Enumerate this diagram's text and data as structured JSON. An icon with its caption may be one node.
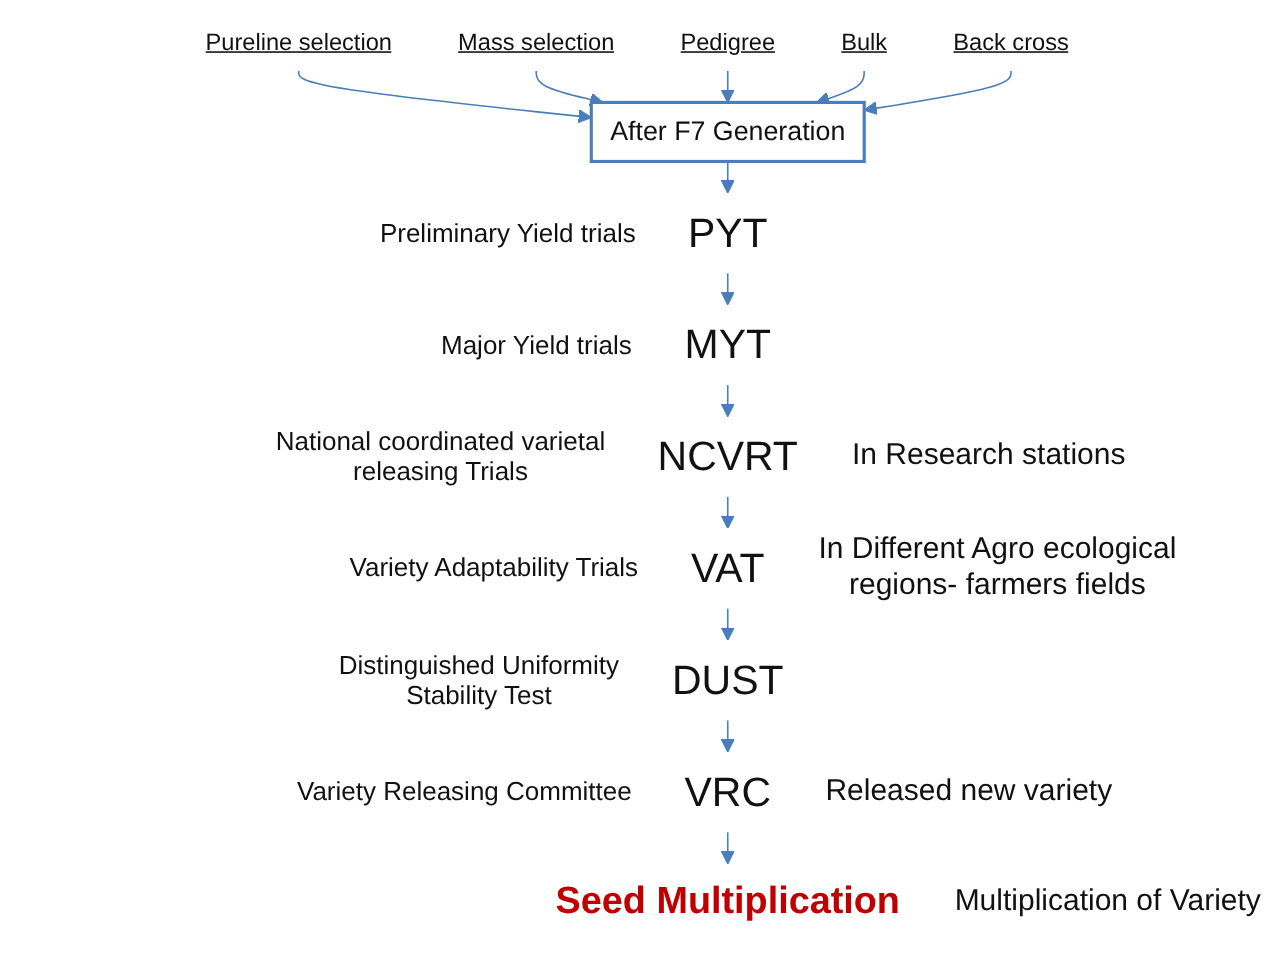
{
  "diagram": {
    "nodes": [
      {
        "text": [
          "Pureline selection"
        ]
      },
      {
        "text": [
          "Mass selection"
        ]
      },
      {
        "text": [
          "Pedigree"
        ]
      },
      {
        "text": [
          "Bulk"
        ]
      },
      {
        "text": [
          "Back cross"
        ]
      },
      {
        "text": [
          "After F7 Generation"
        ]
      },
      {
        "text": [
          "PYT"
        ],
        "beside": [
          "Preliminary Yield trials"
        ]
      },
      {
        "text": [
          "MYT"
        ],
        "beside": [
          "Major Yield trials"
        ]
      },
      {
        "text": [
          "NCVRT"
        ],
        "beside": [
          "National coordinated varietal releasing Trials",
          "In Research stations"
        ]
      },
      {
        "text": [
          "VAT"
        ],
        "beside": [
          "Variety Adaptability Trials",
          "In Different Agro ecological regions- farmers fields"
        ]
      },
      {
        "text": [
          "DUST"
        ],
        "beside": [
          "Distinguished Uniformity Stability Test"
        ]
      },
      {
        "text": [
          "VRC"
        ],
        "beside": [
          "Variety Releasing Committee",
          "Released new variety"
        ]
      },
      {
        "text": [
          "Seed Multiplication"
        ],
        "beside": [
          "Multiplication of Variety"
        ]
      }
    ],
    "edges": [
      {
        "from": 0,
        "to": 5,
        "arrow": "to"
      },
      {
        "from": 1,
        "to": 5,
        "arrow": "to"
      },
      {
        "from": 2,
        "to": 5,
        "arrow": "to"
      },
      {
        "from": 3,
        "to": 5,
        "arrow": "to"
      },
      {
        "from": 4,
        "to": 5,
        "arrow": "to"
      },
      {
        "from": 5,
        "to": 6,
        "arrow": "to"
      },
      {
        "from": 6,
        "to": 7,
        "arrow": "to"
      },
      {
        "from": 7,
        "to": 8,
        "arrow": "to"
      },
      {
        "from": 8,
        "to": 9,
        "arrow": "to"
      },
      {
        "from": 9,
        "to": 10,
        "arrow": "to"
      },
      {
        "from": 10,
        "to": 11,
        "arrow": "to"
      },
      {
        "from": 11,
        "to": 12,
        "arrow": "to"
      }
    ]
  }
}
